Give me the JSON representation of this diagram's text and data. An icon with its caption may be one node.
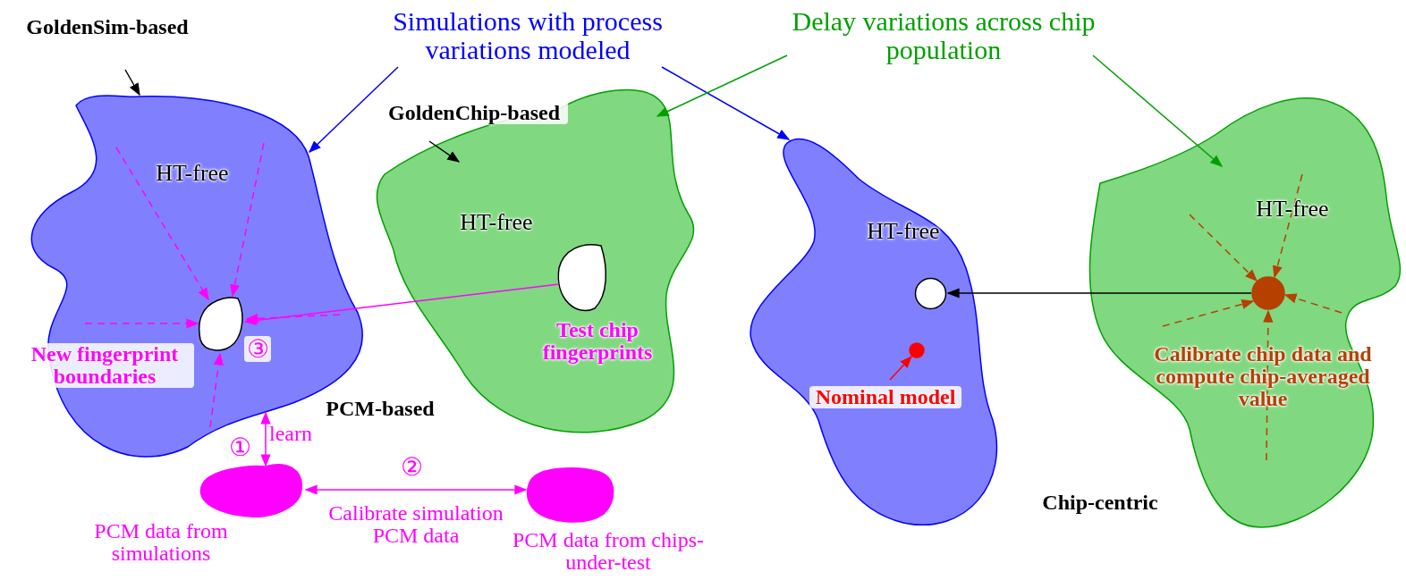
{
  "diagram": {
    "nodes": [
      {
        "text": [
          "GoldenSim-based"
        ]
      },
      {
        "text": [
          "Simulations with process variations modeled"
        ]
      },
      {
        "text": [
          "Delay variations across chip population"
        ]
      },
      {
        "text": [
          "HT-free"
        ]
      },
      {
        "text": [
          "New fingerprint boundaries"
        ],
        "in": 3
      },
      {
        "text": [
          "GoldenChip-based"
        ]
      },
      {
        "text": [
          "HT-free"
        ]
      },
      {
        "text": [],
        "shape": "circle",
        "in": 6,
        "beside": [
          "Test chip fingerprints"
        ]
      },
      {
        "text": [
          "HT-free"
        ]
      },
      {
        "text": [],
        "shape": "circle",
        "in": 8
      },
      {
        "text": [],
        "shape": "circle",
        "in": 8
      },
      {
        "text": [
          "Nominal model"
        ],
        "in": 8
      },
      {
        "text": [
          "HT-free"
        ]
      },
      {
        "text": [],
        "shape": "circle",
        "in": 12,
        "beside": [
          "Calibrate chip data and compute chip-averaged value"
        ]
      },
      {
        "text": [],
        "shape": "ellipse",
        "beside": [
          "PCM data from simulations"
        ]
      },
      {
        "text": [],
        "shape": "ellipse",
        "beside": [
          "PCM data from chips-under-test"
        ]
      }
    ],
    "edges": [
      {
        "from": 0,
        "to": 3,
        "arrow": "to",
        "color": "#000000"
      },
      {
        "from": 1,
        "to": 3,
        "arrow": "to",
        "color": "#0000ff"
      },
      {
        "from": 1,
        "to": 8,
        "arrow": "to",
        "color": "#0000ff"
      },
      {
        "from": 2,
        "to": 6,
        "arrow": "to",
        "color": "#00a000"
      },
      {
        "from": 2,
        "to": 12,
        "arrow": "to",
        "color": "#00a000"
      },
      {
        "from": 5,
        "to": 6,
        "arrow": "to",
        "color": "#000000"
      },
      {
        "from": 7,
        "to": 4,
        "arrow": "to",
        "color": "#ff00ff"
      },
      {
        "from": null,
        "to": 4,
        "arrow": "to",
        "style": "dashed",
        "color": "#ff00ff"
      },
      {
        "from": null,
        "to": 4,
        "arrow": "to",
        "style": "dashed",
        "color": "#ff00ff"
      },
      {
        "from": null,
        "to": 4,
        "arrow": "to",
        "style": "dashed",
        "color": "#ff00ff"
      },
      {
        "from": null,
        "to": 4,
        "arrow": "to",
        "style": "dashed",
        "color": "#ff00ff"
      },
      {
        "from": null,
        "to": 4,
        "arrow": "to",
        "style": "dashed",
        "color": "#ff00ff"
      },
      {
        "from": 13,
        "to": 9,
        "arrow": "to",
        "color": "#000000"
      },
      {
        "from": null,
        "to": 13,
        "arrow": "to",
        "style": "dashed",
        "color": "#b54000"
      },
      {
        "from": null,
        "to": 13,
        "arrow": "to",
        "style": "dashed",
        "color": "#b54000"
      },
      {
        "from": null,
        "to": 13,
        "arrow": "to",
        "style": "dashed",
        "color": "#b54000"
      },
      {
        "from": null,
        "to": 13,
        "arrow": "to",
        "style": "dashed",
        "color": "#b54000"
      },
      {
        "from": null,
        "to": 13,
        "arrow": "to",
        "style": "dashed",
        "color": "#b54000"
      },
      {
        "from": 11,
        "to": 10,
        "arrow": "to",
        "color": "#ff0000"
      },
      {
        "from": 3,
        "to": 14,
        "arrow": "both",
        "label": "learn",
        "color": "#ff00ff"
      },
      {
        "from": 14,
        "to": 15,
        "arrow": "both",
        "label": "Calibrate simulation PCM data",
        "color": "#ff00ff"
      }
    ],
    "labels": [
      "③",
      "PCM-based",
      "①",
      "②",
      "Chip-centric"
    ]
  }
}
